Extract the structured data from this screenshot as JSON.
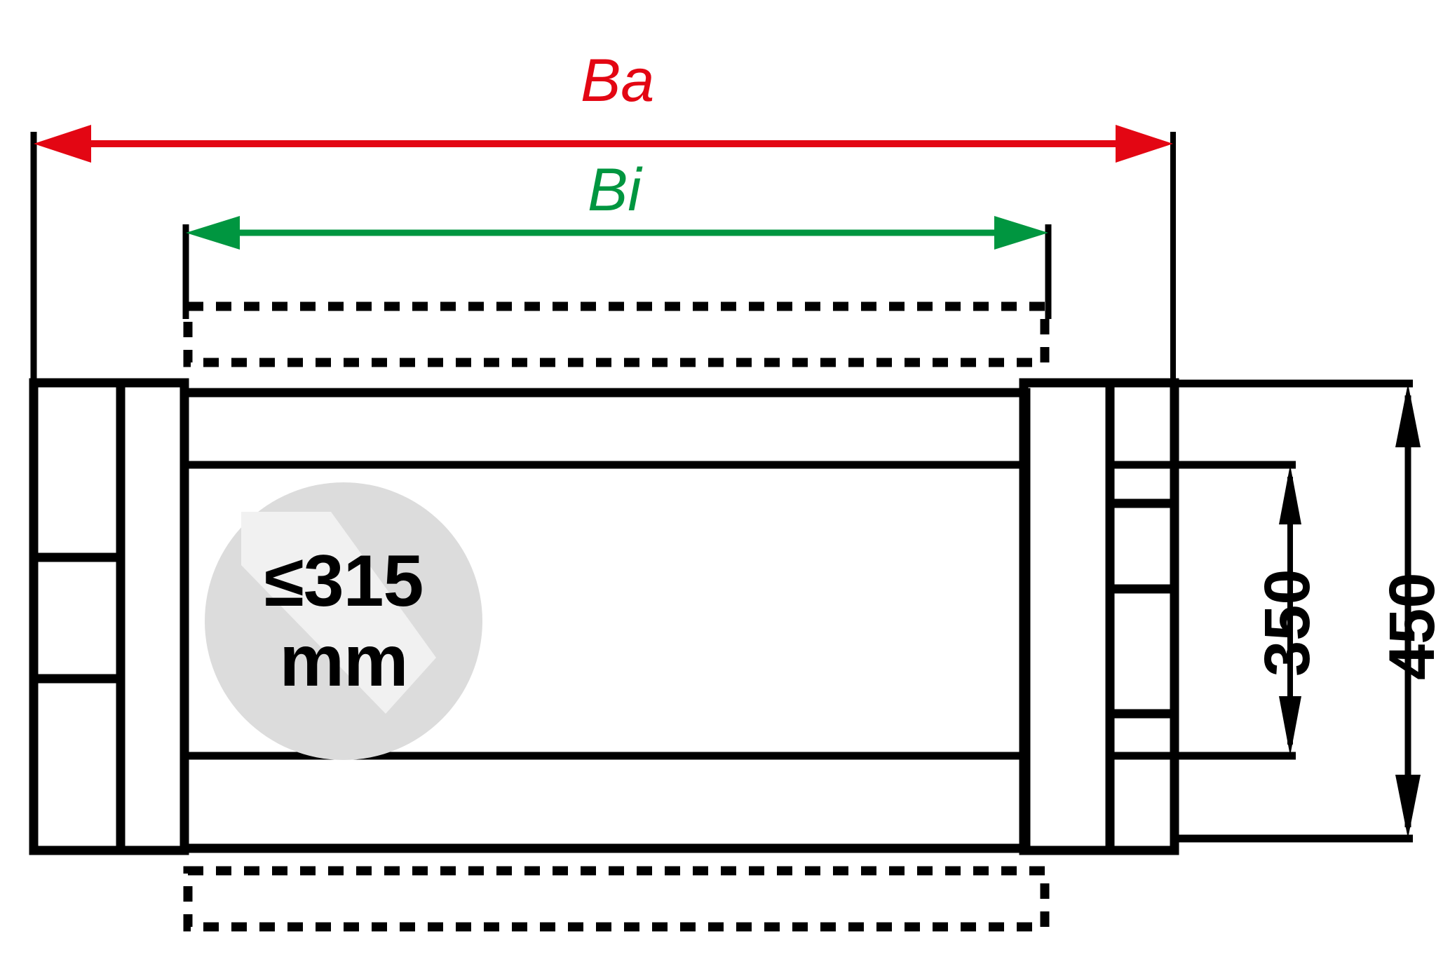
{
  "drawing": {
    "title_hidden": "",
    "type": "technical-dimension-drawing",
    "units": "mm",
    "background_color": "#ffffff",
    "line_color": "#000000"
  },
  "dimensions": {
    "horizontal": [
      {
        "id": "ba",
        "label": "Ba",
        "color": "#e30613",
        "description": "outer width",
        "style": "italic",
        "arrow": "double"
      },
      {
        "id": "bi",
        "label": "Bi",
        "color": "#009640",
        "description": "inner width",
        "style": "italic",
        "arrow": "double"
      }
    ],
    "vertical": [
      {
        "id": "d350",
        "label": "350",
        "color": "#000000",
        "rotation": "-90",
        "arrow": "double"
      },
      {
        "id": "d450",
        "label": "450",
        "color": "#000000",
        "rotation": "-90",
        "arrow": "double"
      }
    ]
  },
  "watermark": {
    "line1": "≤315",
    "line2": "mm",
    "circle_color": "#dddddd",
    "ribbon_color": "#f0f0f0",
    "text_color": "#000000"
  }
}
